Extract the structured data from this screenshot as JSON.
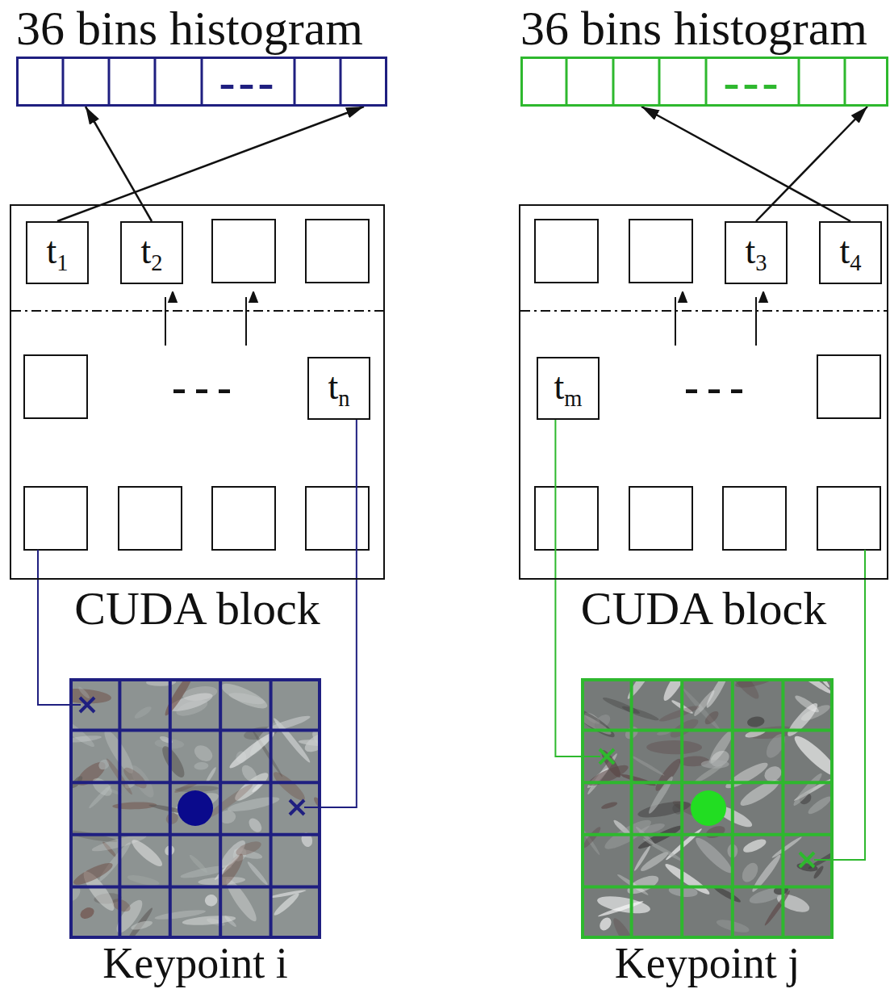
{
  "diagram": {
    "nodes": [
      {
        "text": [
          "36 bins histogram",
          "---"
        ]
      },
      {
        "text": [
          "CUDA block",
          "---"
        ]
      },
      {
        "text": [
          "t1"
        ],
        "in": 1
      },
      {
        "text": [
          "t2"
        ],
        "in": 1
      },
      {
        "text": [
          "tn"
        ],
        "in": 1
      },
      {
        "text": [
          "Keypoint i"
        ]
      },
      {
        "text": [
          "36 bins histogram",
          "---"
        ]
      },
      {
        "text": [
          "CUDA block",
          "---"
        ]
      },
      {
        "text": [
          "t3"
        ],
        "in": 7
      },
      {
        "text": [
          "t4"
        ],
        "in": 7
      },
      {
        "text": [
          "tm"
        ],
        "in": 7
      },
      {
        "text": [
          "Keypoint j"
        ]
      }
    ],
    "edges": [
      {
        "from": 2,
        "to": 0,
        "arrow": "to"
      },
      {
        "from": 3,
        "to": 0,
        "arrow": "to"
      },
      {
        "from": 4,
        "to": 5,
        "arrow": "none"
      },
      {
        "from": 8,
        "to": 6,
        "arrow": "to"
      },
      {
        "from": 9,
        "to": 6,
        "arrow": "to"
      },
      {
        "from": 10,
        "to": 11,
        "arrow": "none"
      }
    ]
  }
}
